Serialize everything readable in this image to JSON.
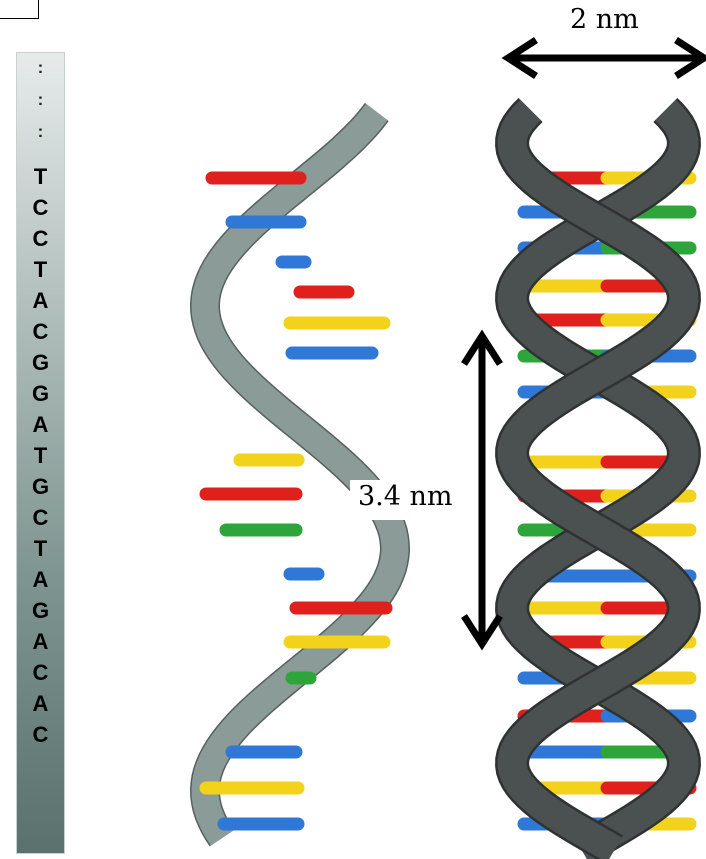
{
  "sequence": {
    "dots": [
      ":",
      ":",
      ":"
    ],
    "bases": [
      "T",
      "C",
      "C",
      "T",
      "A",
      "C",
      "G",
      "G",
      "A",
      "T",
      "G",
      "C",
      "T",
      "A",
      "G",
      "A",
      "C",
      "A",
      "C"
    ]
  },
  "labels": {
    "helix_width": "2 nm",
    "helix_pitch": "3.4 nm"
  },
  "colors": {
    "backbone_single": "#8a9b98",
    "backbone_double": "#4b5150",
    "red": "#e0201c",
    "yellow": "#f2d21a",
    "blue": "#2f78d8",
    "green": "#2ea53a"
  }
}
